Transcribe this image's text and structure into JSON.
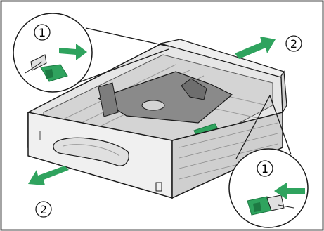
{
  "figure": {
    "step_labels": {
      "callout_top_left": "1",
      "arrow_top_right": "2",
      "callout_bottom_right": "1",
      "arrow_bottom_left": "2"
    },
    "colors": {
      "border": "#4a4a4a",
      "tray_gray": "#d9d9d9",
      "tray_dark": "#7d7d7d",
      "tray_light": "#f2f2f2",
      "accent_green": "#2fa35e",
      "accent_green_dark": "#1d7a43",
      "line": "#1a1a1a"
    },
    "icons": [
      "pull-arrow-icon",
      "slide-arrow-icon",
      "release-lever-icon"
    ]
  }
}
